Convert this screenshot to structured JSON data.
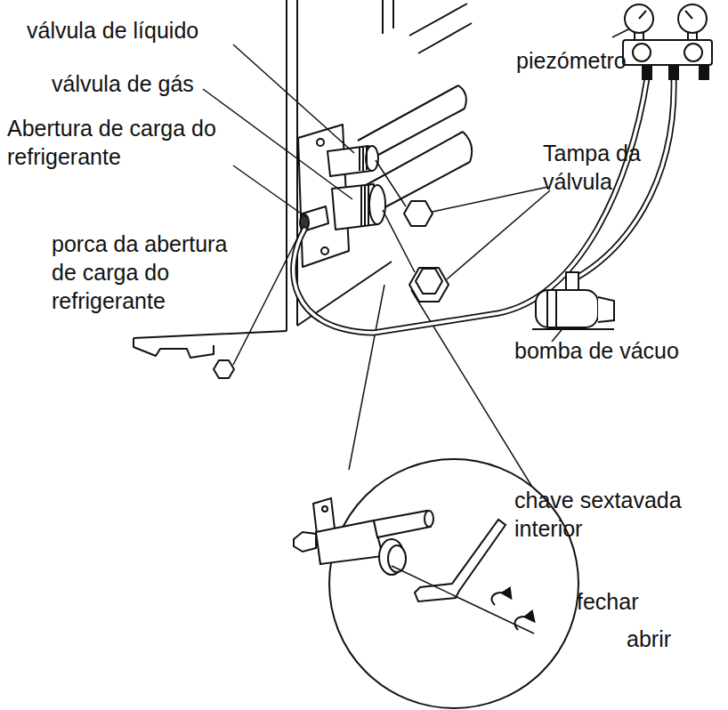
{
  "diagram": {
    "labels": [
      "válvula de líquido",
      "piezómetro",
      "válvula de gás",
      "Abertura de carga do refrigerante",
      "Tampa da válvula",
      "porca da abertura de carga do refrigerante",
      "bomba de vácuo",
      "chave sextavada interior",
      "fechar",
      "abrir"
    ]
  }
}
